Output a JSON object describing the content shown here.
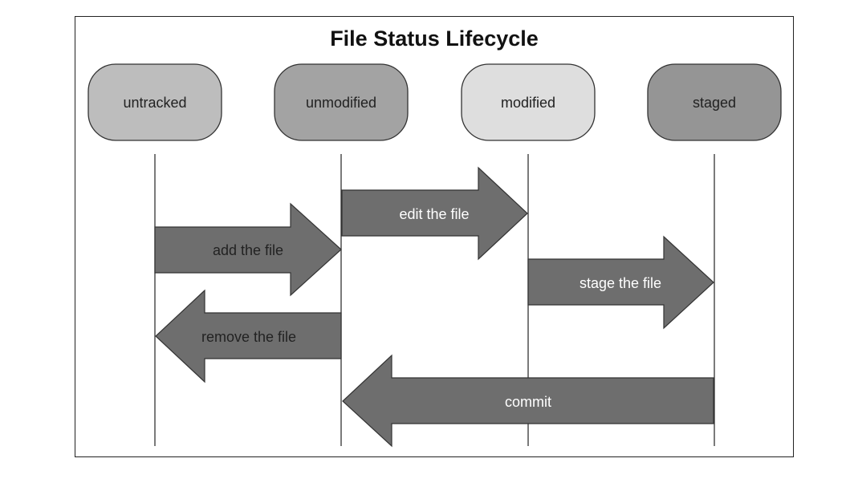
{
  "title": "File Status Lifecycle",
  "states": [
    {
      "label": "untracked",
      "fill": "#bdbdbd"
    },
    {
      "label": "unmodified",
      "fill": "#a3a3a3"
    },
    {
      "label": "modified",
      "fill": "#dedede"
    },
    {
      "label": "staged",
      "fill": "#959595"
    }
  ],
  "transitions": [
    {
      "label": "add the file",
      "from": "untracked",
      "to": "unmodified"
    },
    {
      "label": "edit the file",
      "from": "unmodified",
      "to": "modified"
    },
    {
      "label": "stage the file",
      "from": "modified",
      "to": "staged"
    },
    {
      "label": "remove the file",
      "from": "unmodified",
      "to": "untracked"
    },
    {
      "label": "commit",
      "from": "staged",
      "to": "unmodified"
    }
  ],
  "colors": {
    "arrow_fill": "#6e6e6e",
    "arrow_text": "#ffffff",
    "arrow_dark_text": "#222222",
    "lifeline": "#333333"
  }
}
